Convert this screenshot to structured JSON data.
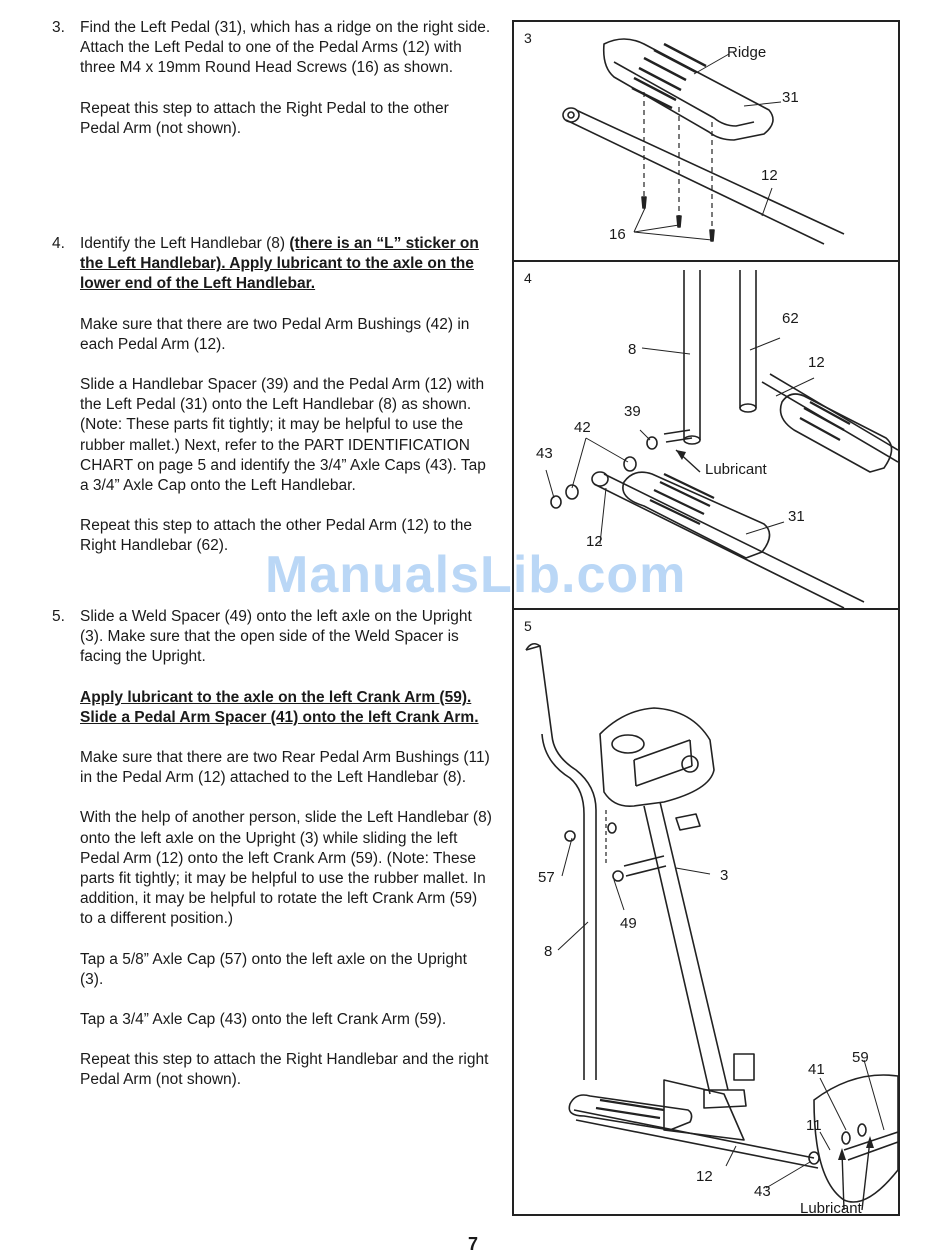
{
  "steps": [
    {
      "number": "3.",
      "paragraphs": [
        "Find the Left Pedal (31), which has a ridge on the right side. Attach the Left Pedal to one of the Pedal Arms (12) with three M4 x 19mm Round Head Screws (16) as shown.",
        "Repeat this step to attach the Right Pedal to the other Pedal Arm (not shown)."
      ]
    },
    {
      "number": "4.",
      "intro": "Identify the Left Handlebar (8) ",
      "intro_bold": "(there is an “L” sticker on the Left Handlebar). Apply lubricant to the axle on the lower end of the Left Handlebar.",
      "paragraphs": [
        "Make sure that there are two Pedal Arm Bushings (42) in each Pedal Arm (12).",
        "Slide a Handlebar Spacer (39) and the Pedal Arm (12) with the Left Pedal (31) onto the Left Handlebar (8) as shown. (Note: These parts fit tightly; it may be helpful to use the rubber mallet.) Next, refer to the PART IDENTIFICATION CHART on page 5 and identify the 3/4” Axle Caps (43). Tap a 3/4” Axle Cap onto the Left Handlebar.",
        "Repeat this step to attach the other Pedal Arm (12) to the Right Handlebar (62)."
      ]
    },
    {
      "number": "5.",
      "paragraphs": [
        "Slide a Weld Spacer (49) onto the left axle on the Upright (3). Make sure that the open side of the Weld Spacer is facing the Upright."
      ],
      "bold_paragraph": "Apply lubricant to the axle on the left Crank Arm (59). Slide a Pedal Arm Spacer (41) onto the left Crank Arm.",
      "paragraphs_after": [
        "Make sure that there are two Rear Pedal Arm Bushings (11) in the Pedal Arm (12) attached to the Left Handlebar (8).",
        "With the help of another person, slide the Left Handlebar (8) onto the left axle on the Upright (3) while sliding the left Pedal Arm (12) onto the left Crank Arm (59). (Note: These parts fit tightly; it may be helpful to use the rubber mallet. In addition, it may be helpful to rotate the left Crank Arm (59) to a different position.)",
        "Tap a 5/8” Axle Cap (57) onto the left axle on the Upright (3).",
        "Tap a 3/4” Axle Cap (43) onto the left Crank Arm (59).",
        "Repeat this step to attach the Right Handlebar and the right Pedal Arm (not shown)."
      ]
    }
  ],
  "figures": {
    "fig3": {
      "number": "3",
      "labels": {
        "ridge": "Ridge",
        "pedal": "31",
        "arm": "12",
        "screws": "16"
      }
    },
    "fig4": {
      "number": "4",
      "labels": {
        "right_handlebar": "62",
        "left_handlebar": "8",
        "right_arm": "12",
        "spacer": "39",
        "bushings": "42",
        "cap": "43",
        "lubricant": "Lubricant",
        "pedal": "31",
        "arm": "12"
      }
    },
    "fig5": {
      "number": "5",
      "labels": {
        "axle_cap": "57",
        "upright": "3",
        "weld_spacer": "49",
        "handlebar": "8",
        "crank_arm": "59",
        "pedal_spacer": "41",
        "rear_bushings": "11",
        "pedal_arm": "12",
        "crank_cap": "43",
        "lubricant": "Lubricant"
      }
    }
  },
  "watermark": "ManualsLib.com",
  "page_number": "7"
}
